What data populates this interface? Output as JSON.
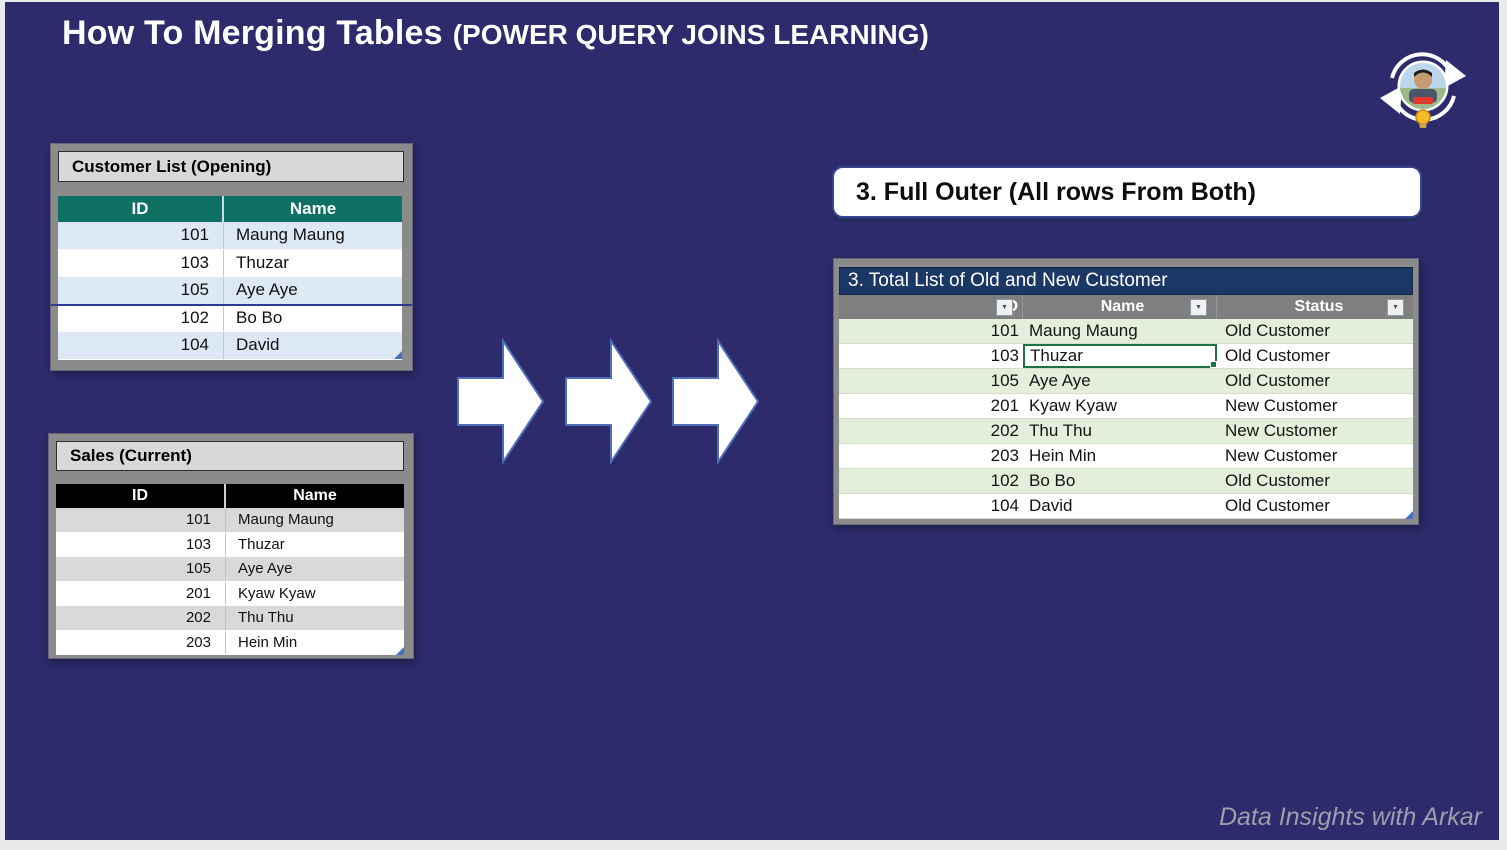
{
  "slide": {
    "title_main": "How To Merging Tables",
    "title_paren": "(POWER QUERY JOINS LEARNING)",
    "footer": "Data Insights with Arkar"
  },
  "customer_table": {
    "caption": "Customer List (Opening)",
    "headers": [
      "ID",
      "Name"
    ],
    "rows": [
      [
        "101",
        "Maung Maung"
      ],
      [
        "103",
        "Thuzar"
      ],
      [
        "105",
        "Aye Aye"
      ],
      [
        "102",
        "Bo Bo"
      ],
      [
        "104",
        "David"
      ]
    ]
  },
  "sales_table": {
    "caption": "Sales (Current)",
    "headers": [
      "ID",
      "Name"
    ],
    "rows": [
      [
        "101",
        "Maung Maung"
      ],
      [
        "103",
        "Thuzar"
      ],
      [
        "105",
        "Aye Aye"
      ],
      [
        "201",
        "Kyaw Kyaw"
      ],
      [
        "202",
        "Thu Thu"
      ],
      [
        "203",
        "Hein Min"
      ]
    ]
  },
  "callout": {
    "label": "3. Full Outer (All rows From Both)"
  },
  "result_table": {
    "caption": "3. Total List of Old and New Customer",
    "headers": [
      "ID",
      "Name",
      "Status"
    ],
    "rows": [
      [
        "101",
        "Maung Maung",
        "Old Customer"
      ],
      [
        "103",
        "Thuzar",
        "Old Customer"
      ],
      [
        "105",
        "Aye Aye",
        "Old Customer"
      ],
      [
        "201",
        "Kyaw Kyaw",
        "New Customer"
      ],
      [
        "202",
        "Thu Thu",
        "New Customer"
      ],
      [
        "203",
        "Hein Min",
        "New Customer"
      ],
      [
        "102",
        "Bo Bo",
        "Old Customer"
      ],
      [
        "104",
        "David",
        "Old Customer"
      ]
    ],
    "active_cell_value": "Thuzar"
  },
  "icons": {
    "filter_arrow": "▼"
  },
  "colors": {
    "slide_background": "#2D2B6B",
    "customer_header": "#0E6F63",
    "customer_row_accent": "#DCE8F4",
    "sales_header": "#000000",
    "sales_row_accent": "#D9D9D9",
    "result_title_bg": "#1B3765",
    "result_header_bg": "#7F7F7F",
    "result_row_accent": "#E3EFDA",
    "active_cell_border": "#1E7145",
    "callout_border": "#39458F",
    "panel_frame": "#8B8B8B",
    "arrow_fill": "#FFFFFF"
  }
}
